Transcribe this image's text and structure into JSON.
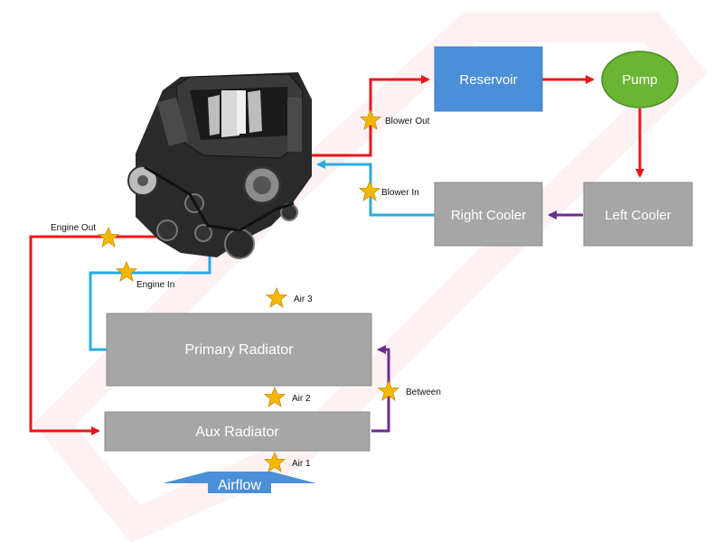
{
  "components": {
    "reservoir": "Reservoir",
    "pump": "Pump",
    "right_cooler": "Right Cooler",
    "left_cooler": "Left Cooler",
    "primary_radiator": "Primary Radiator",
    "aux_radiator": "Aux Radiator",
    "airflow": "Airflow"
  },
  "sensors": {
    "blower_out": "Blower Out",
    "blower_in": "Blower In",
    "engine_out": "Engine Out",
    "engine_in": "Engine In",
    "air3": "Air 3",
    "air2": "Air 2",
    "air1": "Air 1",
    "between": "Between"
  },
  "engine": {
    "icon": "supercharged-engine-image"
  },
  "colors": {
    "hot_line": "#e8161b",
    "cold_line": "#29abe2",
    "between_line": "#6a2c91",
    "reservoir_fill": "#4a90d9",
    "pump_fill": "#6bb534",
    "box_fill": "#a6a6a6",
    "star": "#f5b800"
  }
}
